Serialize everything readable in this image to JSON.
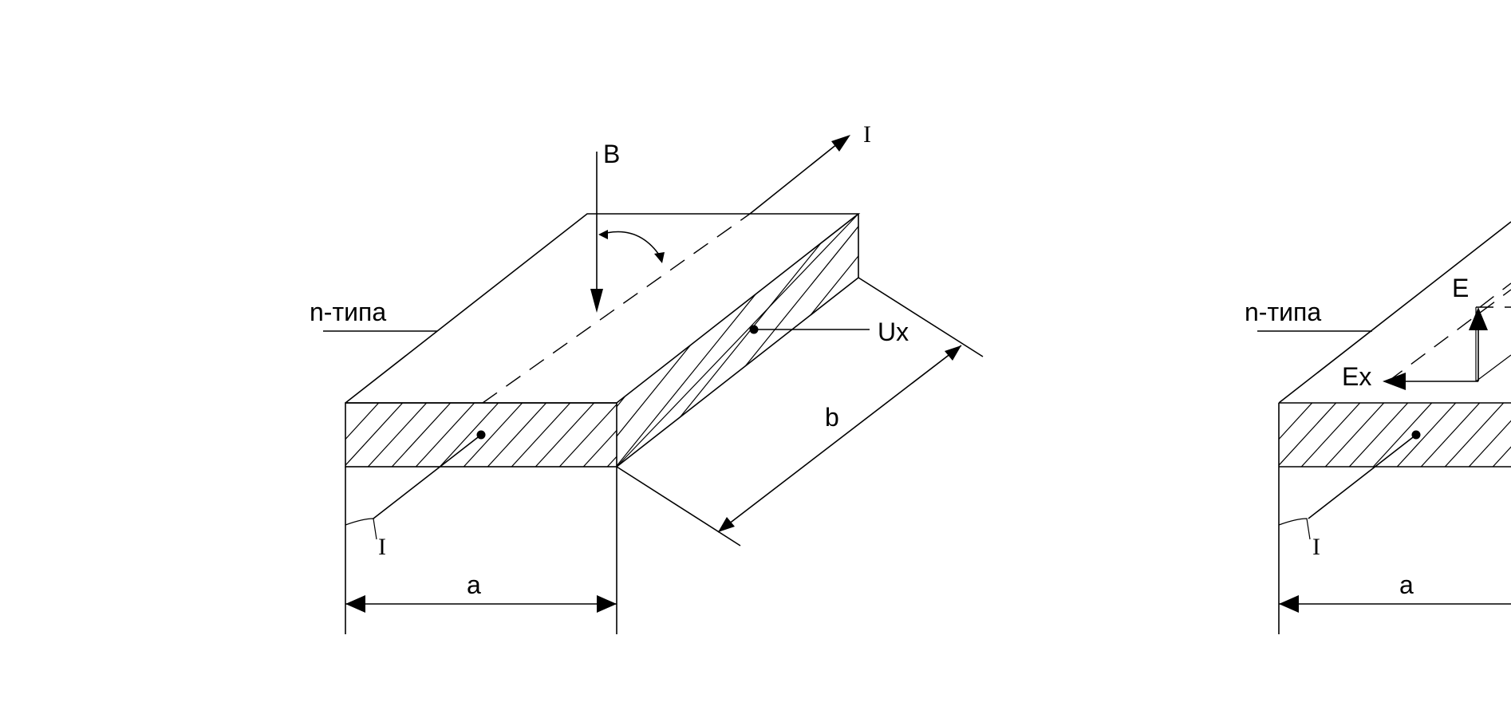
{
  "left_figure": {
    "type_label": "n-типа",
    "field_label": "B",
    "current_label": "I",
    "current_label_bottom": "I",
    "voltage_label": "Ux",
    "width_label": "a",
    "length_label": "b"
  },
  "right_figure": {
    "type_label": "n-типа",
    "field_label": "E",
    "field_x_label": "Ex",
    "current_label_bottom": "I",
    "width_label": "a"
  },
  "colors": {
    "line": "#000000",
    "background": "#ffffff"
  }
}
